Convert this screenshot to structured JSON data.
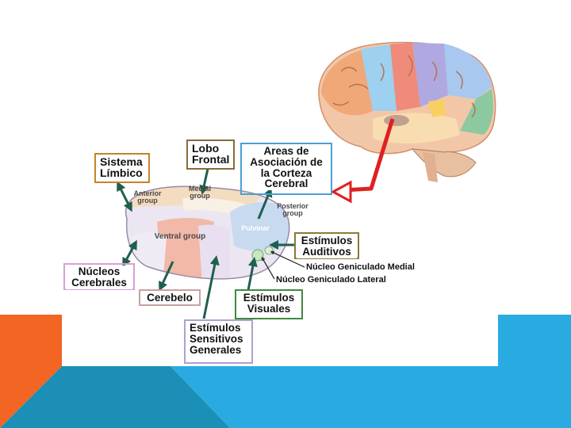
{
  "colors": {
    "orange_band": "#f26522",
    "blue_band": "#29abe2",
    "teal_band": "#1b8fb5",
    "frame_brown": "#c8822a",
    "frame_blue": "#4a9fd8",
    "frame_green": "#3f8a3f",
    "frame_pink": "#d8a0d8",
    "frame_olive": "#8a7a3a",
    "frame_lavender": "#b0a0d0",
    "arrow_dark": "#1f5f4f",
    "arrow_red": "#e02020"
  },
  "thalamus_regions": {
    "anterior": "Anterior\ngroup",
    "medial": "Medial\ngroup",
    "posterior": "Posterior\ngroup",
    "ventral": "Ventral group",
    "pulvinar": "Pulvinar"
  },
  "labels": {
    "sistema_limbico": "Sistema\nLímbico",
    "lobo_frontal": "Lobo\nFrontal",
    "areas_asociacion": "Areas de\nAsociación de\nla Corteza\nCerebral",
    "estimulos_auditivos": "Estímulos\nAuditivos",
    "nucleo_geniculado_medial": "Núcleo Geniculado Medial",
    "nucleo_geniculado_lateral": "Núcleo Geniculado Lateral",
    "nucleos_cerebrales": "Núcleos\nCerebrales",
    "cerebelo": "Cerebelo",
    "estimulos_visuales": "Estímulos\nVisuales",
    "estimulos_sensitivos": "Estímulos\nSensitivos\nGenerales"
  }
}
